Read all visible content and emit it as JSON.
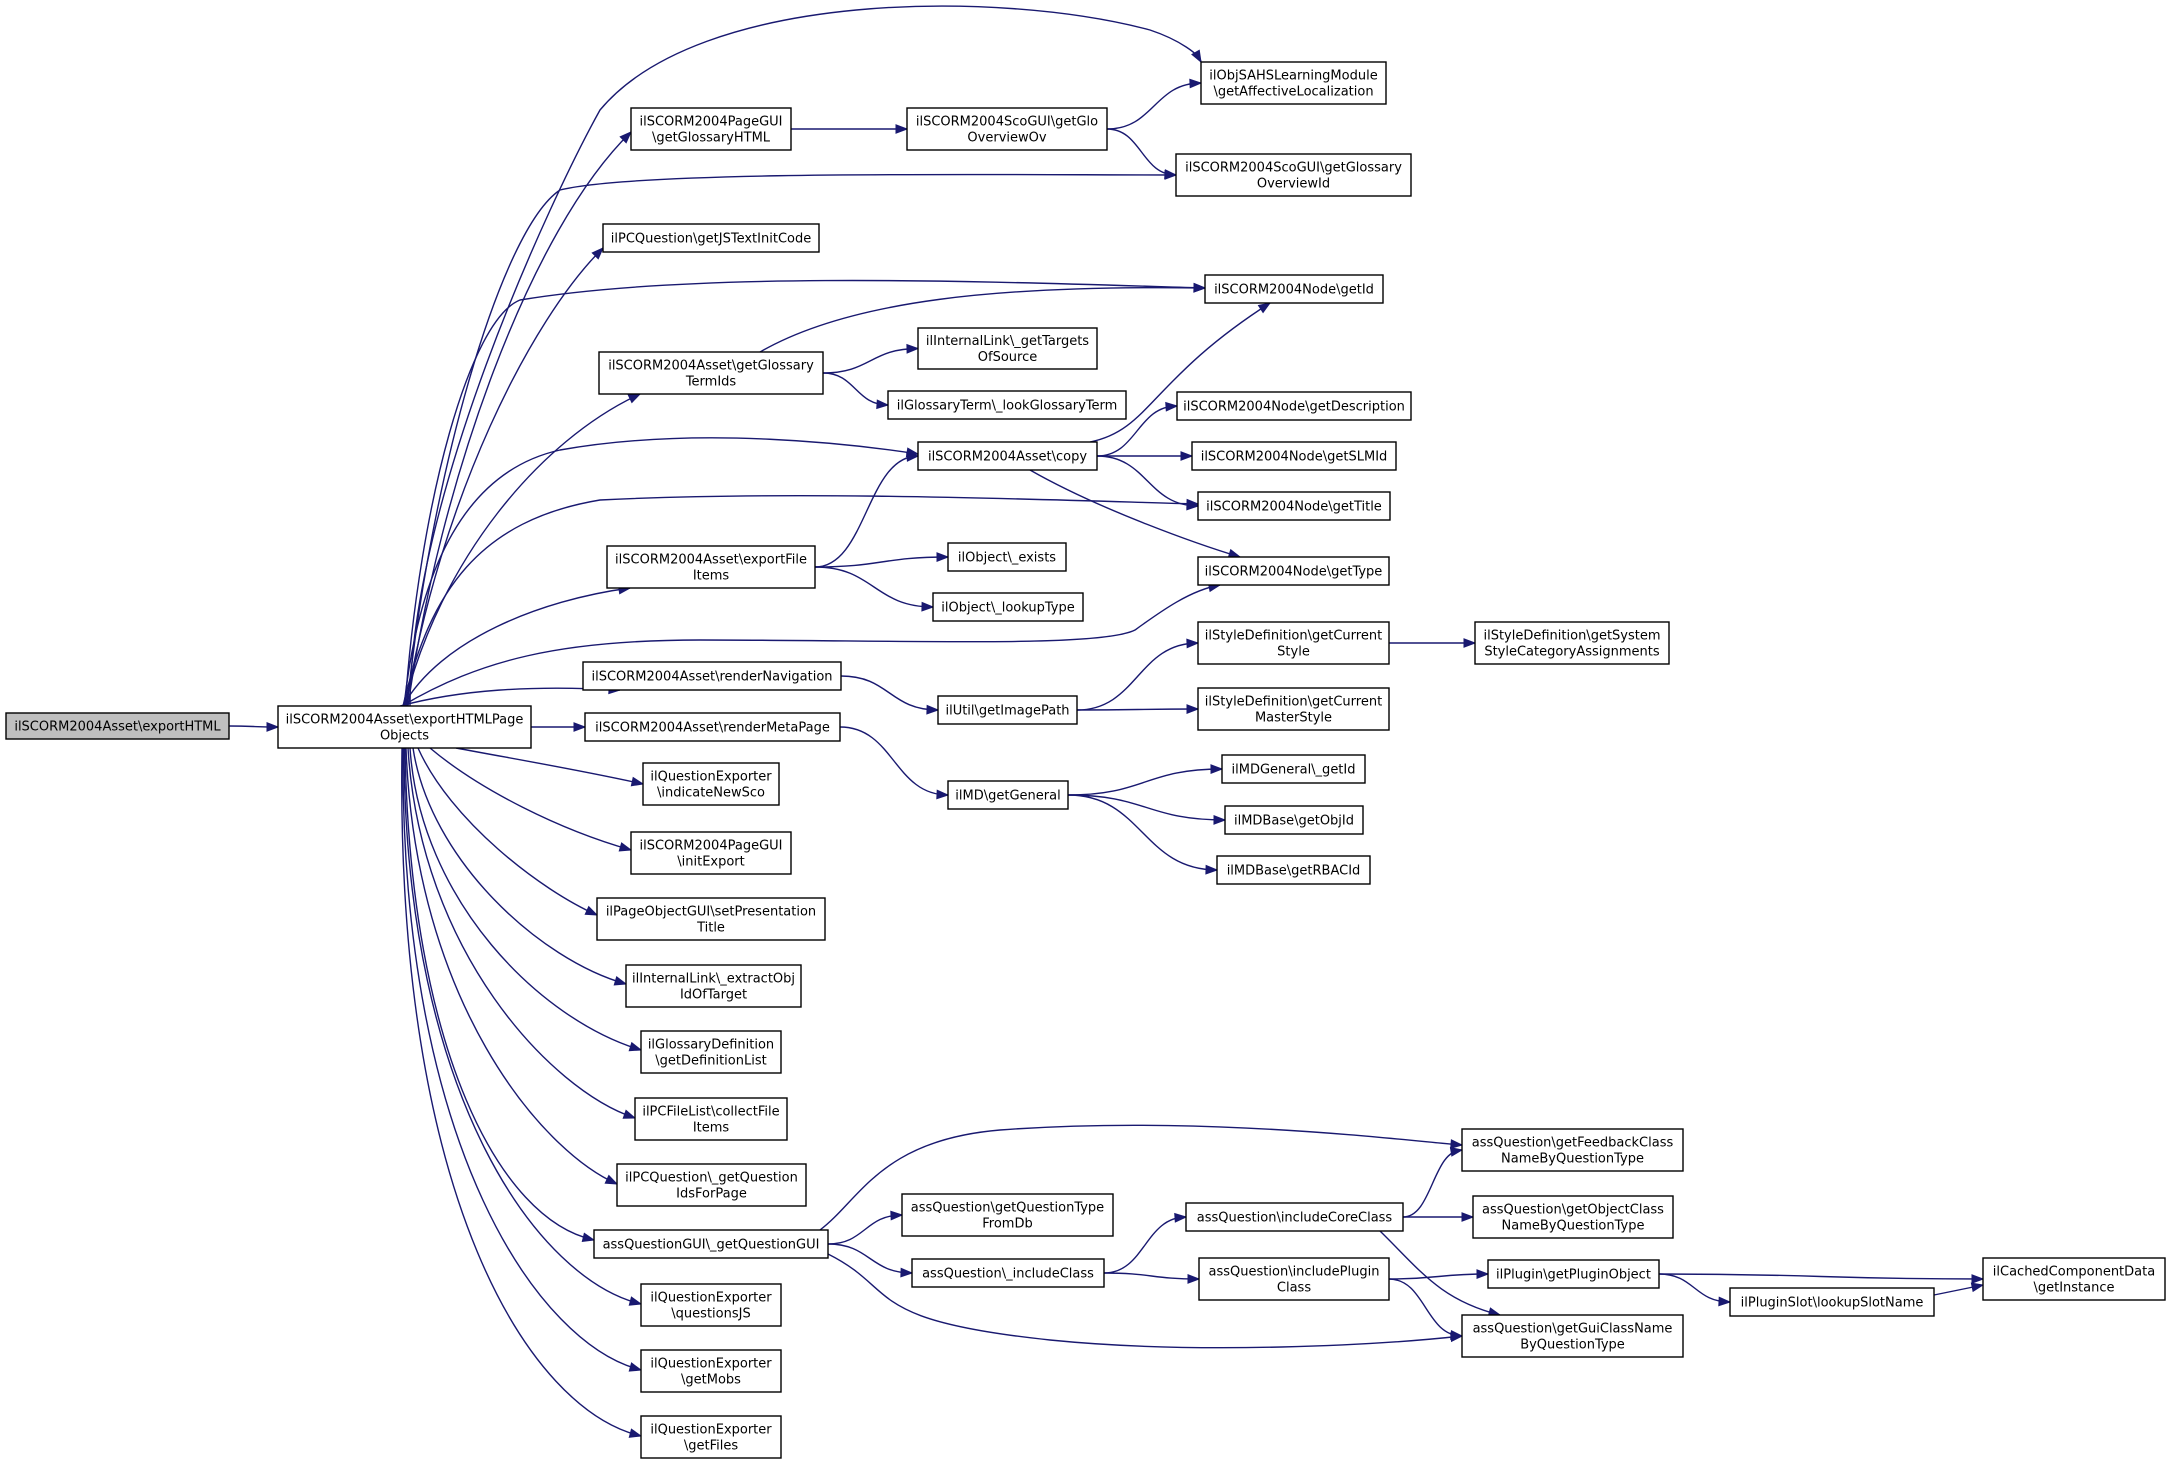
{
  "graph": {
    "edge_color": "#191970",
    "node_border": "#000000",
    "root_fill": "#bfbfbf",
    "node_fill": "#ffffff",
    "nodes": [
      {
        "id": "root",
        "label": [
          "ilSCORM2004Asset\\exportHTML"
        ],
        "root": true
      },
      {
        "id": "ehpo",
        "label": [
          "ilSCORM2004Asset\\exportHTMLPage",
          "Objects"
        ]
      },
      {
        "id": "affloc",
        "label": [
          "ilObjSAHSLearningModule",
          "\\getAffectiveLocalization"
        ]
      },
      {
        "id": "pgglos",
        "label": [
          "ilSCORM2004PageGUI",
          "\\getGlossaryHTML"
        ]
      },
      {
        "id": "scoglo",
        "label": [
          "ilSCORM2004ScoGUI\\getGlo",
          "OverviewOv"
        ]
      },
      {
        "id": "scogloid",
        "label": [
          "ilSCORM2004ScoGUI\\getGlossary",
          "OverviewId"
        ]
      },
      {
        "id": "jstext",
        "label": [
          "ilPCQuestion\\getJSTextInitCode"
        ]
      },
      {
        "id": "nodeid",
        "label": [
          "ilSCORM2004Node\\getId"
        ]
      },
      {
        "id": "glterm",
        "label": [
          "ilSCORM2004Asset\\getGlossary",
          "TermIds"
        ]
      },
      {
        "id": "targets",
        "label": [
          "ilInternalLink\\_getTargets",
          "OfSource"
        ]
      },
      {
        "id": "lookglos",
        "label": [
          "ilGlossaryTerm\\_lookGlossaryTerm"
        ]
      },
      {
        "id": "copy",
        "label": [
          "ilSCORM2004Asset\\copy"
        ]
      },
      {
        "id": "desc",
        "label": [
          "ilSCORM2004Node\\getDescription"
        ]
      },
      {
        "id": "slmid",
        "label": [
          "ilSCORM2004Node\\getSLMId"
        ]
      },
      {
        "id": "title",
        "label": [
          "ilSCORM2004Node\\getTitle"
        ]
      },
      {
        "id": "expfile",
        "label": [
          "ilSCORM2004Asset\\exportFile",
          "Items"
        ]
      },
      {
        "id": "exists",
        "label": [
          "ilObject\\_exists"
        ]
      },
      {
        "id": "looktype",
        "label": [
          "ilObject\\_lookupType"
        ]
      },
      {
        "id": "type",
        "label": [
          "ilSCORM2004Node\\getType"
        ]
      },
      {
        "id": "curstyle",
        "label": [
          "ilStyleDefinition\\getCurrent",
          "Style"
        ]
      },
      {
        "id": "sysstyle",
        "label": [
          "ilStyleDefinition\\getSystem",
          "StyleCategoryAssignments"
        ]
      },
      {
        "id": "rnav",
        "label": [
          "ilSCORM2004Asset\\renderNavigation"
        ]
      },
      {
        "id": "imgpath",
        "label": [
          "ilUtil\\getImagePath"
        ]
      },
      {
        "id": "master",
        "label": [
          "ilStyleDefinition\\getCurrent",
          "MasterStyle"
        ]
      },
      {
        "id": "rmeta",
        "label": [
          "ilSCORM2004Asset\\renderMetaPage"
        ]
      },
      {
        "id": "mdgetid",
        "label": [
          "ilMDGeneral\\_getId"
        ]
      },
      {
        "id": "general",
        "label": [
          "ilMD\\getGeneral"
        ]
      },
      {
        "id": "objid",
        "label": [
          "ilMDBase\\getObjId"
        ]
      },
      {
        "id": "rbac",
        "label": [
          "ilMDBase\\getRBACId"
        ]
      },
      {
        "id": "newsco",
        "label": [
          "ilQuestionExporter",
          "\\indicateNewSco"
        ]
      },
      {
        "id": "initexp",
        "label": [
          "ilSCORM2004PageGUI",
          "\\initExport"
        ]
      },
      {
        "id": "prestitle",
        "label": [
          "ilPageObjectGUI\\setPresentation",
          "Title"
        ]
      },
      {
        "id": "extract",
        "label": [
          "ilInternalLink\\_extractObj",
          "IdOfTarget"
        ]
      },
      {
        "id": "deflist",
        "label": [
          "ilGlossaryDefinition",
          "\\getDefinitionList"
        ]
      },
      {
        "id": "collect",
        "label": [
          "ilPCFileList\\collectFile",
          "Items"
        ]
      },
      {
        "id": "qids",
        "label": [
          "ilPCQuestion\\_getQuestion",
          "IdsForPage"
        ]
      },
      {
        "id": "feedback",
        "label": [
          "assQuestion\\getFeedbackClass",
          "NameByQuestionType"
        ]
      },
      {
        "id": "qtype",
        "label": [
          "assQuestion\\getQuestionType",
          "FromDb"
        ]
      },
      {
        "id": "core",
        "label": [
          "assQuestion\\includeCoreClass"
        ]
      },
      {
        "id": "objclass",
        "label": [
          "assQuestion\\getObjectClass",
          "NameByQuestionType"
        ]
      },
      {
        "id": "qgui",
        "label": [
          "assQuestionGUI\\_getQuestionGUI"
        ]
      },
      {
        "id": "incl",
        "label": [
          "assQuestion\\_includeClass"
        ]
      },
      {
        "id": "plugcls",
        "label": [
          "assQuestion\\includePlugin",
          "Class"
        ]
      },
      {
        "id": "plugobj",
        "label": [
          "ilPlugin\\getPluginObject"
        ]
      },
      {
        "id": "cached",
        "label": [
          "ilCachedComponentData",
          "\\getInstance"
        ]
      },
      {
        "id": "slot",
        "label": [
          "ilPluginSlot\\lookupSlotName"
        ]
      },
      {
        "id": "guiclass",
        "label": [
          "assQuestion\\getGuiClassName",
          "ByQuestionType"
        ]
      },
      {
        "id": "qjs",
        "label": [
          "ilQuestionExporter",
          "\\questionsJS"
        ]
      },
      {
        "id": "mobs",
        "label": [
          "ilQuestionExporter",
          "\\getMobs"
        ]
      },
      {
        "id": "files",
        "label": [
          "ilQuestionExporter",
          "\\getFiles"
        ]
      }
    ],
    "edges": [
      [
        "root",
        "ehpo"
      ],
      [
        "ehpo",
        "affloc"
      ],
      [
        "ehpo",
        "pgglos"
      ],
      [
        "ehpo",
        "scogloid"
      ],
      [
        "ehpo",
        "jstext"
      ],
      [
        "ehpo",
        "nodeid"
      ],
      [
        "ehpo",
        "glterm"
      ],
      [
        "ehpo",
        "copy"
      ],
      [
        "ehpo",
        "title"
      ],
      [
        "ehpo",
        "expfile"
      ],
      [
        "ehpo",
        "type"
      ],
      [
        "ehpo",
        "rnav"
      ],
      [
        "ehpo",
        "rmeta"
      ],
      [
        "ehpo",
        "newsco"
      ],
      [
        "ehpo",
        "initexp"
      ],
      [
        "ehpo",
        "prestitle"
      ],
      [
        "ehpo",
        "extract"
      ],
      [
        "ehpo",
        "deflist"
      ],
      [
        "ehpo",
        "collect"
      ],
      [
        "ehpo",
        "qids"
      ],
      [
        "ehpo",
        "qgui"
      ],
      [
        "ehpo",
        "qjs"
      ],
      [
        "ehpo",
        "mobs"
      ],
      [
        "ehpo",
        "files"
      ],
      [
        "pgglos",
        "scoglo"
      ],
      [
        "scoglo",
        "affloc"
      ],
      [
        "scoglo",
        "scogloid"
      ],
      [
        "glterm",
        "nodeid"
      ],
      [
        "glterm",
        "targets"
      ],
      [
        "glterm",
        "lookglos"
      ],
      [
        "copy",
        "nodeid"
      ],
      [
        "copy",
        "desc"
      ],
      [
        "copy",
        "slmid"
      ],
      [
        "copy",
        "title"
      ],
      [
        "copy",
        "type"
      ],
      [
        "expfile",
        "copy"
      ],
      [
        "expfile",
        "exists"
      ],
      [
        "expfile",
        "looktype"
      ],
      [
        "rnav",
        "imgpath"
      ],
      [
        "imgpath",
        "curstyle"
      ],
      [
        "imgpath",
        "master"
      ],
      [
        "curstyle",
        "sysstyle"
      ],
      [
        "rmeta",
        "general"
      ],
      [
        "general",
        "mdgetid"
      ],
      [
        "general",
        "objid"
      ],
      [
        "general",
        "rbac"
      ],
      [
        "qgui",
        "feedback"
      ],
      [
        "qgui",
        "qtype"
      ],
      [
        "qgui",
        "incl"
      ],
      [
        "qgui",
        "guiclass"
      ],
      [
        "incl",
        "core"
      ],
      [
        "incl",
        "plugcls"
      ],
      [
        "core",
        "feedback"
      ],
      [
        "core",
        "objclass"
      ],
      [
        "core",
        "guiclass"
      ],
      [
        "plugcls",
        "plugobj"
      ],
      [
        "plugcls",
        "guiclass"
      ],
      [
        "plugobj",
        "cached"
      ],
      [
        "plugobj",
        "slot"
      ],
      [
        "slot",
        "cached"
      ]
    ]
  }
}
